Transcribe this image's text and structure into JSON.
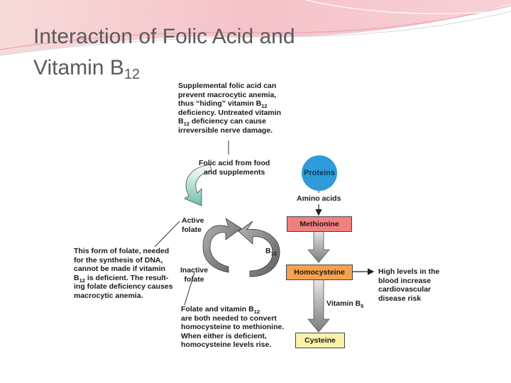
{
  "slide": {
    "title_line1": "Interaction of Folic Acid and",
    "title_line2_text": "Vitamin B",
    "title_line2_sub": "12"
  },
  "diagram": {
    "supplemental_note": [
      "Supplemental folic acid can",
      "prevent macrocytic anemia,",
      "thus “hiding” vitamin B12",
      "deficiency. Untreated vitamin",
      "B12 deficiency can cause",
      "irreversible nerve damage."
    ],
    "folic_source": [
      "Folic acid from food",
      "and supplements"
    ],
    "active_folate": [
      "Active",
      "folate"
    ],
    "inactive_folate": [
      "Inactive",
      "folate"
    ],
    "folate_form_note": [
      "This form of folate, needed",
      "for the synthesis of DNA,",
      "cannot be made if vitamin",
      "B12 is deficient. The result-",
      "ing folate deficiency causes",
      "macrocytic anemia."
    ],
    "both_needed_note": [
      "Folate and vitamin B12",
      "are both needed to convert",
      "homocysteine to methionine.",
      "When either is deficient,",
      "homocysteine levels rise."
    ],
    "b12_label": "B12",
    "proteins": "Proteins",
    "amino_acids": "Amino acids",
    "methionine": "Methionine",
    "homocysteine": "Homocysteine",
    "vitamin_b6": "Vitamin B6",
    "cysteine": "Cysteine",
    "high_levels_note": [
      "High levels in the",
      "blood increase",
      "cardiovascular",
      "disease risk"
    ],
    "colors": {
      "proteins_fill": "#2f9bd8",
      "methionine_fill": "#f08080",
      "homocysteine_fill": "#f5a14f",
      "cysteine_fill": "#fbf3a8",
      "arrow_gray": "#8c8c8c",
      "supplement_arrow": "#8fd0c0"
    }
  }
}
